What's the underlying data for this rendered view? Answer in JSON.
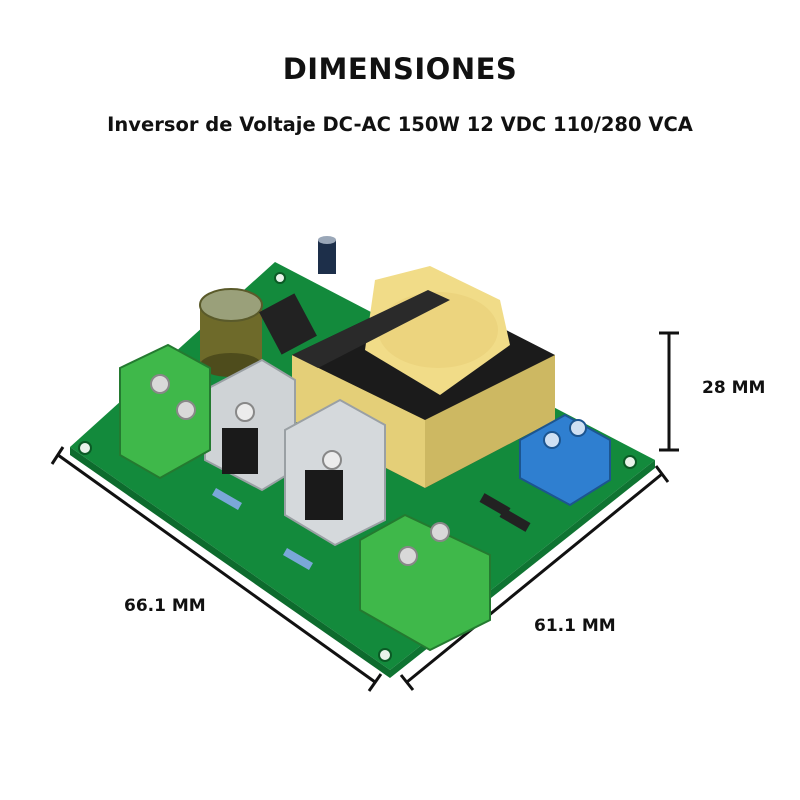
{
  "header": {
    "title": "DIMENSIONES",
    "subtitle": "Inversor de Voltaje DC-AC 150W 12 VDC 110/280 VCA"
  },
  "dimensions": {
    "height": "28 MM",
    "width": "66.1 MM",
    "depth": "61.1 MM"
  },
  "colors": {
    "pcb_green": "#1e9a48",
    "terminal_green": "#3fb84a",
    "terminal_blue": "#2f7fd0",
    "transformer_yellow": "#e8d27a",
    "transformer_core": "#1a1a1a",
    "heatsink_silver": "#cfd3d6"
  }
}
